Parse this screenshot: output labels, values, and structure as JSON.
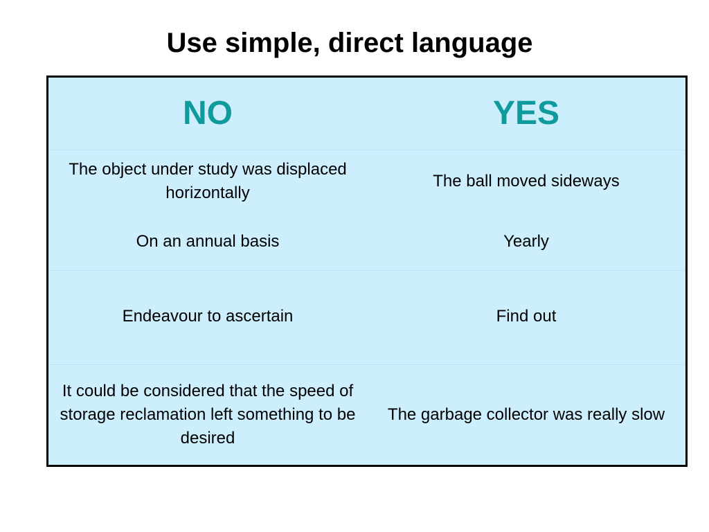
{
  "slide": {
    "title": "Use simple, direct language"
  },
  "table": {
    "headers": {
      "no": "NO",
      "yes": "YES"
    },
    "rows": [
      {
        "no": "The object under study was displaced horizontally",
        "yes": "The ball moved sideways"
      },
      {
        "no": "On an annual basis",
        "yes": "Yearly"
      },
      {
        "no": "Endeavour to ascertain",
        "yes": "Find out"
      },
      {
        "no": "It could be considered that the speed of storage reclamation left something to be desired",
        "yes": "The garbage collector was really slow"
      }
    ]
  },
  "colors": {
    "table_background": "#cdeefc",
    "header_text": "#0f9b9b",
    "border": "#000000"
  }
}
